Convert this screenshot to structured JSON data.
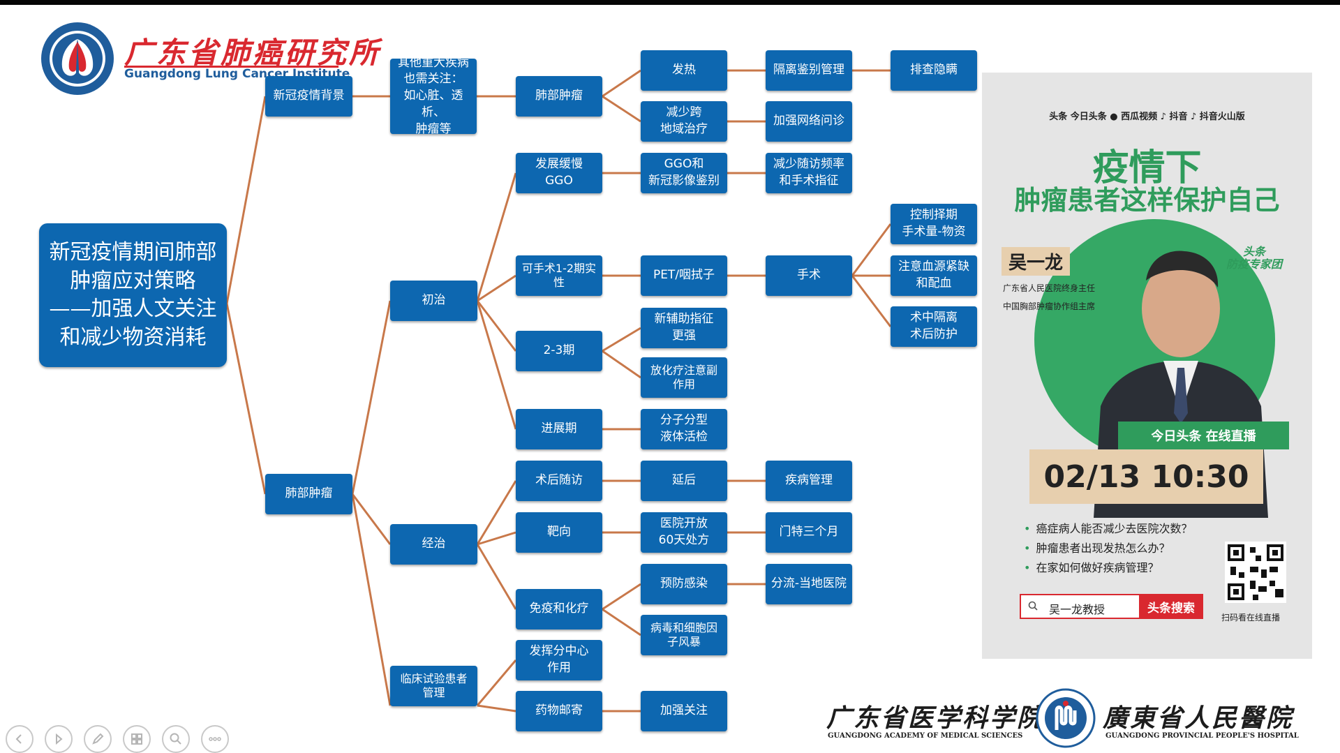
{
  "slide": {
    "header_logo": {
      "title": "广东省肺癌研究所",
      "subtitle": "Guangdong Lung Cancer Institute"
    },
    "mindmap": {
      "root": "新冠疫情期间肺部\n肿瘤应对策略\n——加强人文关注\n和减少物资消耗",
      "branch1": "新冠疫情背景",
      "other_diseases": "其他重大疾病\n也需关注：\n如心脏、透析、\n肿瘤等",
      "lung_tumor_top": "肺部肿瘤",
      "fever": "发热",
      "isolation_diff": "隔离鉴别管理",
      "screen_hidden": "排查隐瞒",
      "reduce_cross": "减少跨\n地域治疗",
      "online_consult": "加强网络问诊",
      "branch2": "肺部肿瘤",
      "initial": "初治",
      "slow_ggo": "发展缓慢\nGGO",
      "ggo_covid": "GGO和\n新冠影像鉴别",
      "reduce_followup": "减少随访频率\n和手术指征",
      "operable": "可手术1-2期实\n性",
      "pet_swab": "PET/咽拭子",
      "surgery": "手术",
      "timing": "控制择期\n手术量-物资",
      "blood": "注意血源紧缺\n和配血",
      "isolation_intraop": "术中隔离\n术后防护",
      "stage23": "2-3期",
      "neoadjuvant": "新辅助指征\n更强",
      "chemo_side": "放化疗注意副\n作用",
      "advanced": "进展期",
      "molecular": "分子分型\n液体活检",
      "treated": "经治",
      "postop_followup": "术后随访",
      "delay": "延后",
      "disease_mgmt": "疾病管理",
      "targeted": "靶向",
      "hospital_rx": "医院开放\n60天处方",
      "clinic_3m": "门特三个月",
      "immuno_chemo": "免疫和化疗",
      "prevent_infection": "预防感染",
      "local_hospital": "分流-当地医院",
      "cytokine": "病毒和细胞因\n子风暴",
      "clinical_trial": "临床试验患者\n管理",
      "subcenter": "发挥分中心\n作用",
      "drug_mail": "药物邮寄",
      "attention": "加强关注"
    },
    "poster": {
      "platforms": "头条 今日头条  ● 西瓜视频  ♪ 抖音  ♪ 抖音火山版",
      "title_line1": "疫情下",
      "title_line2": "肿瘤患者这样保护自己",
      "badge": "头条\n防疫专家团",
      "doctor_name": "吴一龙",
      "role1": "广东省人民医院终身主任",
      "role2": "中国胸部肿瘤协作组主席",
      "live_label": "今日头条 在线直播",
      "datetime": "02/13 10:30",
      "questions": [
        "癌症病人能否减少去医院次数？",
        "肿瘤患者出现发热怎么办？",
        "在家如何做好疾病管理？"
      ],
      "search_text": "吴一龙教授",
      "search_button": "头条搜索",
      "qr_caption": "扫码看在线直播"
    },
    "footer": {
      "gams_name": "广东省医学科学院",
      "gams_en": "GUANGDONG ACADEMY OF MEDICAL SCIENCES",
      "gpph_name": "廣東省人民醫院",
      "gpph_en": "GUANGDONG PROVINCIAL PEOPLE'S HOSPITAL"
    }
  },
  "toolbar": {
    "icons": [
      "previous-icon",
      "next-icon",
      "pen-icon",
      "slides-grid-icon",
      "zoom-icon",
      "more-icon"
    ],
    "more_label": "○○○"
  },
  "colors": {
    "node_blue": "#0d67b0",
    "connector": "#c8784a",
    "poster_green": "#2f9c5c",
    "accent_red": "#d9282f"
  }
}
